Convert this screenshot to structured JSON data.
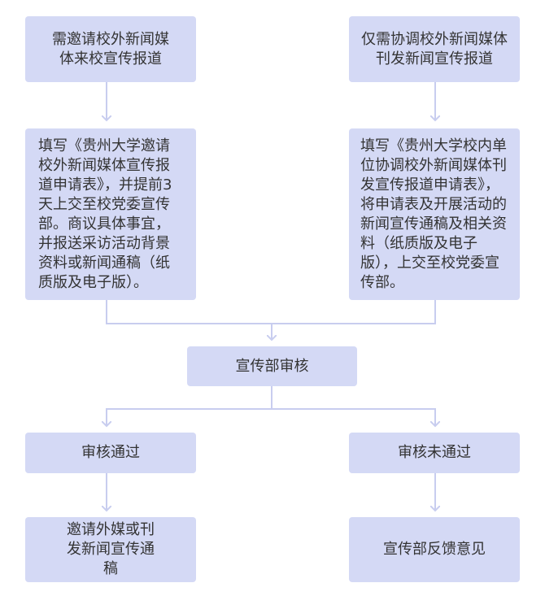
{
  "flow": {
    "left_start": "需邀请校外新闻媒体来校宣传报道",
    "right_start": "仅需协调校外新闻媒体刊发新闻宣传报道",
    "left_detail": "填写《贵州大学邀请校外新闻媒体宣传报道申请表》，并提前3天上交至校党委宣传部。商议具体事宜，并报送采访活动背景资料或新闻通稿（纸质版及电子版）。",
    "right_detail": "填写《贵州大学校内单位协调校外新闻媒体刊发宣传报道申请表》，将申请表及开展活动的新闻宣传通稿及相关资料（纸质版及电子版），上交至校党委宣传部。",
    "review": "宣传部审核",
    "approved": "审核通过",
    "rejected": "审核未通过",
    "approved_next": "邀请外媒或刊发新闻宣传通稿",
    "rejected_next": "宣传部反馈意见"
  },
  "colors": {
    "box_fill": "#d4d9f5",
    "connector": "#c8cdef",
    "text": "#333333"
  }
}
